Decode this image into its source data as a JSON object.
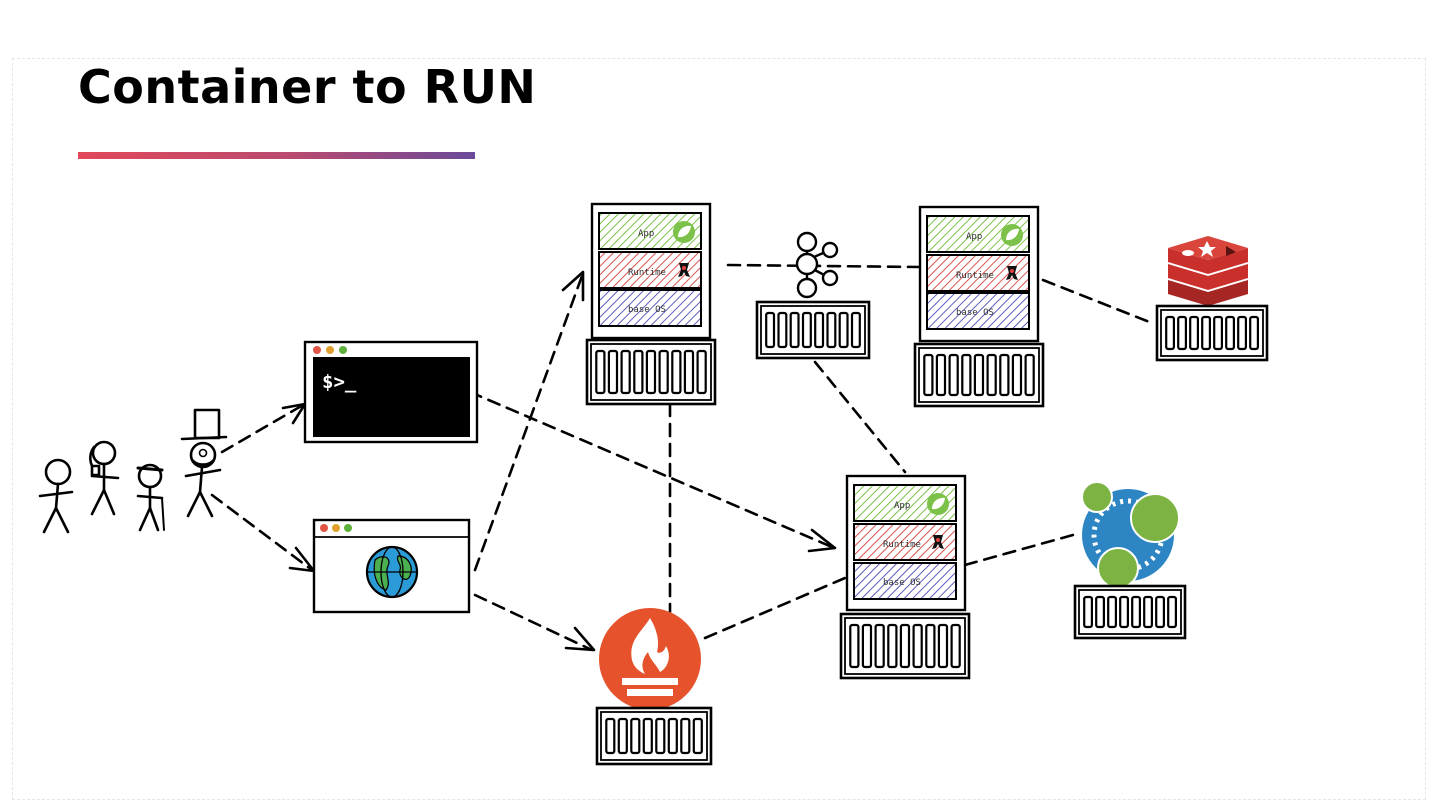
{
  "slide": {
    "title": "Container to RUN"
  },
  "terminal": {
    "prompt": "$>_"
  },
  "container_layers": {
    "app": "App",
    "runtime": "Runtime",
    "os": "base OS"
  },
  "icons": {
    "users": "stick-figure-users-icon",
    "terminal": "terminal-window-icon",
    "browser": "browser-globe-icon",
    "kafka": "kafka-icon",
    "redis": "redis-icon",
    "neo4j": "neo4j-icon",
    "prometheus": "prometheus-icon",
    "spring": "spring-leaf-icon"
  },
  "colors": {
    "app_layer": "#7cc24a",
    "runtime_layer": "#d9534f",
    "os_layer": "#5b5bbd",
    "redis": "#c9302c",
    "prometheus": "#e6522c",
    "neo4j_blue": "#2d85c4",
    "neo4j_green": "#7cb342",
    "underline_start": "#e2485a",
    "underline_end": "#6a4a9a"
  }
}
